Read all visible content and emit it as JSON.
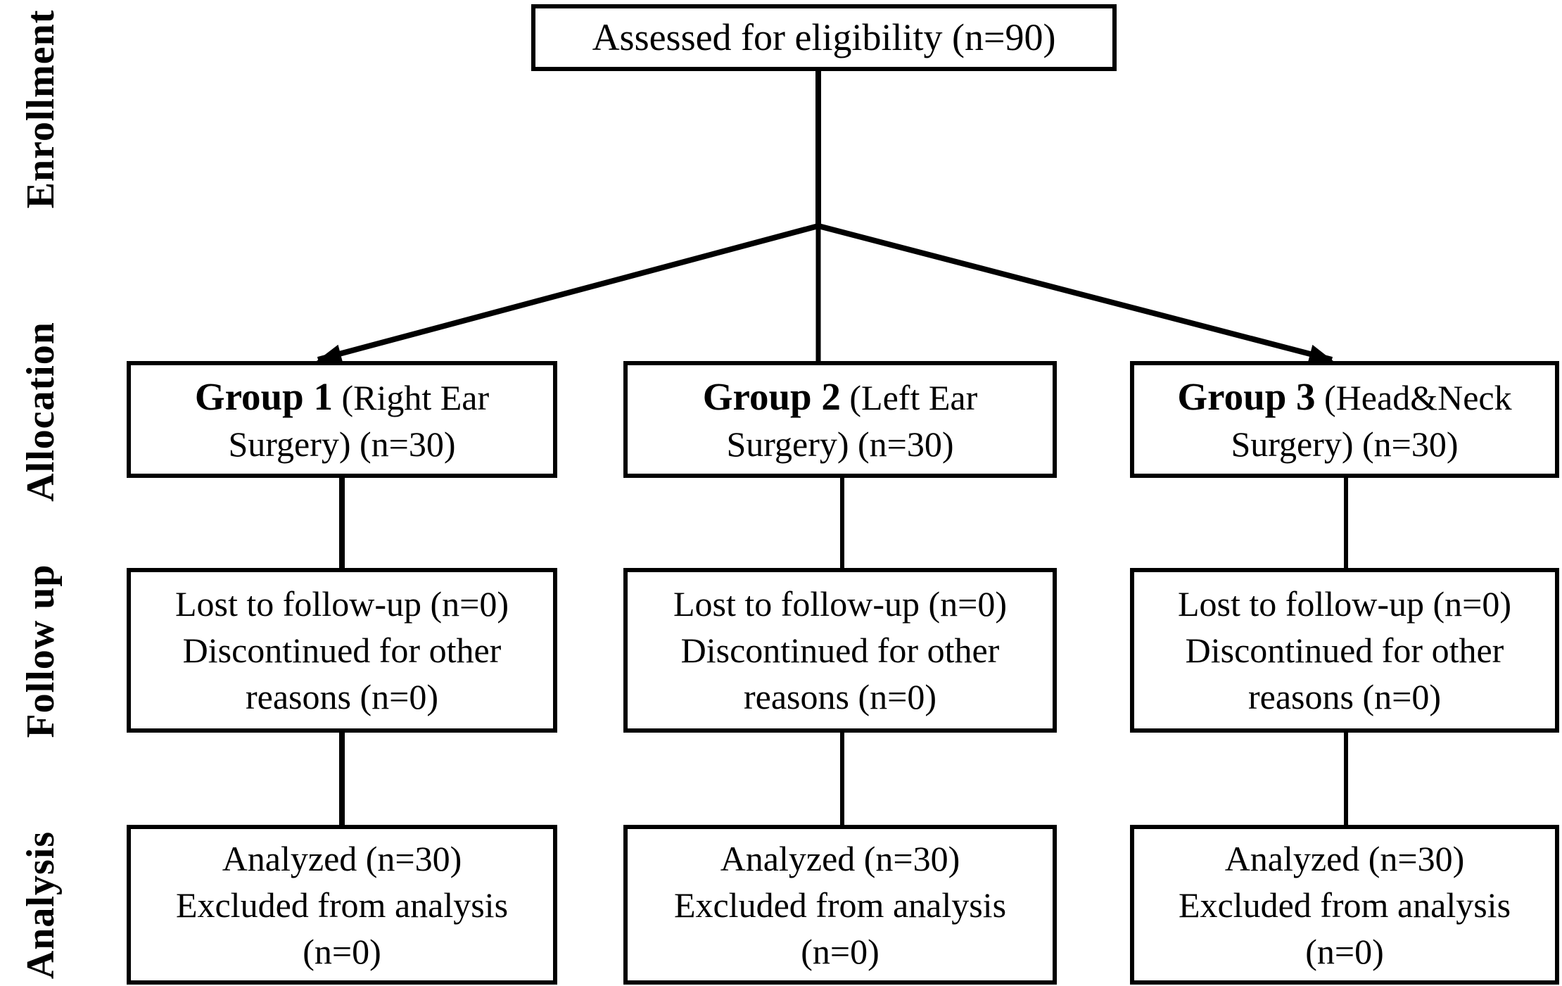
{
  "stages": [
    {
      "label": "Enrollment"
    },
    {
      "label": "Allocation"
    },
    {
      "label": "Follow up"
    },
    {
      "label": "Analysis"
    }
  ],
  "enrollment": {
    "assessed": "Assessed for eligibility (n=90)"
  },
  "columns": [
    {
      "group_name": "Group 1",
      "group_detail": " (Right Ear Surgery) (n=30)",
      "followup_line1": "Lost to follow-up (n=0)",
      "followup_line2": "Discontinued for other reasons (n=0)",
      "analysis_line1": "Analyzed (n=30)",
      "analysis_line2": "Excluded from analysis (n=0)"
    },
    {
      "group_name": "Group 2",
      "group_detail": " (Left Ear Surgery) (n=30)",
      "followup_line1": "Lost to follow-up (n=0)",
      "followup_line2": "Discontinued for other reasons (n=0)",
      "analysis_line1": "Analyzed (n=30)",
      "analysis_line2": "Excluded from analysis (n=0)"
    },
    {
      "group_name": "Group 3",
      "group_detail": " (Head&Neck Surgery) (n=30)",
      "followup_line1": "Lost to follow-up (n=0)",
      "followup_line2": "Discontinued for other reasons (n=0)",
      "analysis_line1": "Analyzed (n=30)",
      "analysis_line2": "Excluded from analysis (n=0)"
    }
  ],
  "colors": {
    "ink": "#000000",
    "background": "#ffffff"
  }
}
